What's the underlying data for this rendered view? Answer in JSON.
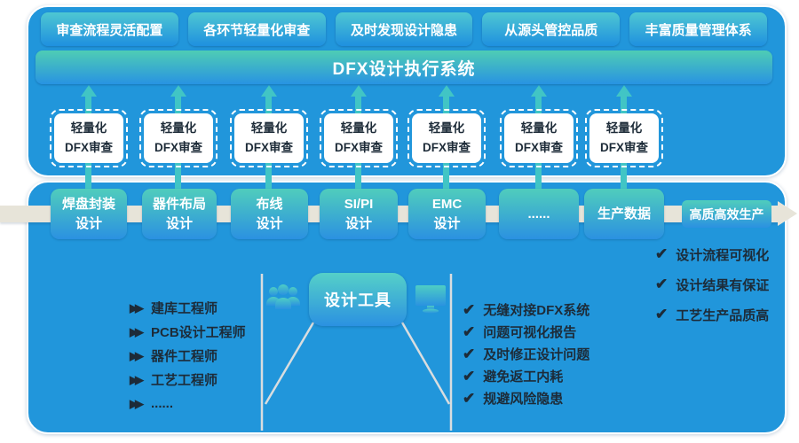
{
  "top_panel": {
    "benefits": [
      "审查流程灵活配置",
      "各环节轻量化审查",
      "及时发现设计隐患",
      "从源头管控品质",
      "丰富质量管理体系"
    ],
    "system_bar": "DFX设计执行系统",
    "review_box": {
      "line1": "轻量化",
      "line2": "DFX审查"
    }
  },
  "bottom_panel": {
    "steps": [
      {
        "line1": "焊盘封装",
        "line2": "设计"
      },
      {
        "line1": "器件布局",
        "line2": "设计"
      },
      {
        "line1": "布线",
        "line2": "设计"
      },
      {
        "line1": "SI/PI",
        "line2": "设计"
      },
      {
        "line1": "EMC",
        "line2": "设计"
      },
      {
        "line1": "......"
      },
      {
        "line1": "生产数据"
      }
    ],
    "flow_end": "高质高效生产",
    "outcome_checklist": [
      "设计流程可视化",
      "设计结果有保证",
      "工艺生产品质高"
    ],
    "engineers": [
      "建库工程师",
      "PCB设计工程师",
      "器件工程师",
      "工艺工程师",
      "......"
    ],
    "design_tool_label": "设计工具",
    "tool_checklist": [
      "无缝对接DFX系统",
      "问题可视化报告",
      "及时修正设计问题",
      "避免返工内耗",
      "规避风险隐患"
    ]
  },
  "icons": {
    "check": "✔",
    "double_arrow": "▶▶",
    "up_arrow": "up-arrow",
    "right_arrow": "right-arrow",
    "people": "people-icon",
    "monitor": "monitor-icon"
  },
  "colors": {
    "panel_blue": "#2196db",
    "box_gradient_top": "#50cdbc",
    "box_gradient_bottom": "#2b91e1",
    "connector_teal": "#41c5c5",
    "band_beige": "#e7e4d9",
    "dark_text": "#1d2b38",
    "line_gray": "#d9dddf"
  }
}
